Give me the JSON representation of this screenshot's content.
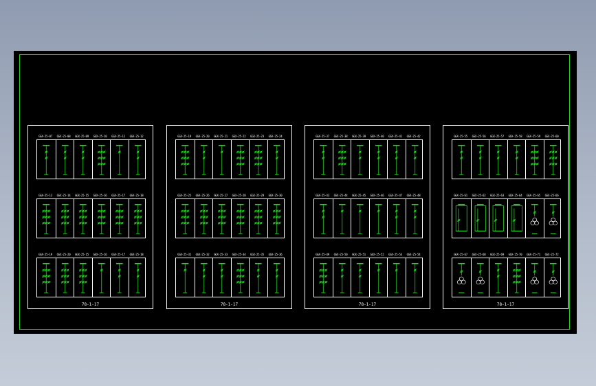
{
  "colors": {
    "background": "#000000",
    "frame": "#1ed21e",
    "symbol": "#22dd22",
    "outline": "#ffffff"
  },
  "sheets": [
    {
      "label": "78-1-17",
      "rows": [
        {
          "codes": [
            "GGX-25-07",
            "GGX-25-08",
            "GGX-25-09",
            "GGX-25-10",
            "GGX-25-11",
            "GGX-25-12"
          ],
          "symbols": [
            "dbl",
            "dbl",
            "dbl",
            "quad",
            "plain",
            "dbl"
          ]
        },
        {
          "codes": [
            "GGX-25-13",
            "GGX-25-14",
            "GGX-25-15",
            "GGX-25-16",
            "GGX-25-17",
            "GGX-25-18"
          ],
          "symbols": [
            "quad",
            "quad",
            "quad",
            "quad",
            "quad",
            "quad"
          ]
        },
        {
          "codes": [
            "GGX-25-19",
            "GGX-25-20",
            "GGX-25-15",
            "GGX-25-16",
            "GGX-25-17",
            "GGX-25-18"
          ],
          "symbols": [
            "quad",
            "quad",
            "quad",
            "plain",
            "dbl",
            "dbl"
          ]
        }
      ]
    },
    {
      "label": "78-1-17",
      "rows": [
        {
          "codes": [
            "GGX-25-19",
            "GGX-25-20",
            "GGX-25-21",
            "GGX-25-22",
            "GGX-25-23",
            "GGX-25-24"
          ],
          "symbols": [
            "quad",
            "dbl",
            "plain",
            "quad",
            "quad",
            "dbl"
          ]
        },
        {
          "codes": [
            "GGX-25-25",
            "GGX-25-26",
            "GGX-25-27",
            "GGX-25-28",
            "GGX-25-29",
            "GGX-25-30"
          ],
          "symbols": [
            "quad",
            "quad",
            "quad",
            "quad",
            "quad",
            "quad"
          ]
        },
        {
          "codes": [
            "GGX-25-31",
            "GGX-25-32",
            "GGX-25-33",
            "GGX-25-34",
            "GGX-25-35",
            "GGX-25-36"
          ],
          "symbols": [
            "plain",
            "dbl",
            "dbl",
            "quad",
            "dbl",
            "dbl"
          ]
        }
      ]
    },
    {
      "label": "78-1-17",
      "rows": [
        {
          "codes": [
            "GGX-25-37",
            "GGX-25-38",
            "GGX-25-39",
            "GGX-25-40",
            "GGX-25-41",
            "GGX-25-42"
          ],
          "symbols": [
            "dbl",
            "quad",
            "dbl",
            "dbl",
            "dbl",
            "dbl"
          ]
        },
        {
          "codes": [
            "GGX-25-43",
            "GGX-25-44",
            "GGX-25-45",
            "GGX-25-46",
            "GGX-25-47",
            "GGX-25-48"
          ],
          "symbols": [
            "dbl",
            "plain",
            "plain",
            "plain",
            "dbl",
            "dbl"
          ]
        },
        {
          "codes": [
            "GGX-25-49",
            "GGX-25-50",
            "GGX-25-51",
            "GGX-25-52",
            "GGX-25-53",
            "GGX-25-54"
          ],
          "symbols": [
            "quad",
            "dbl",
            "dbl",
            "plain",
            "plain",
            "plain"
          ]
        }
      ]
    },
    {
      "label": "78-1-17",
      "rows": [
        {
          "codes": [
            "GGX-25-55",
            "GGX-25-56",
            "GGX-25-57",
            "GGX-25-58",
            "GGX-25-59",
            "GGX-25-60"
          ],
          "symbols": [
            "dbl",
            "dbl",
            "dbl",
            "dbl",
            "quad",
            "quad"
          ]
        },
        {
          "codes": [
            "GGX-25-61",
            "GGX-25-62",
            "GGX-25-63",
            "GGX-25-64",
            "GGX-25-65",
            "GGX-25-66"
          ],
          "symbols": [
            "pt",
            "pt",
            "pt",
            "pt",
            "xf",
            "xf"
          ]
        },
        {
          "codes": [
            "GGX-25-67",
            "GGX-25-68",
            "GGX-25-69",
            "GGX-25-70",
            "GGX-25-71",
            "GGX-25-72"
          ],
          "symbols": [
            "xf",
            "xf",
            "dbl",
            "quad",
            "xf",
            "xf"
          ]
        }
      ]
    }
  ]
}
